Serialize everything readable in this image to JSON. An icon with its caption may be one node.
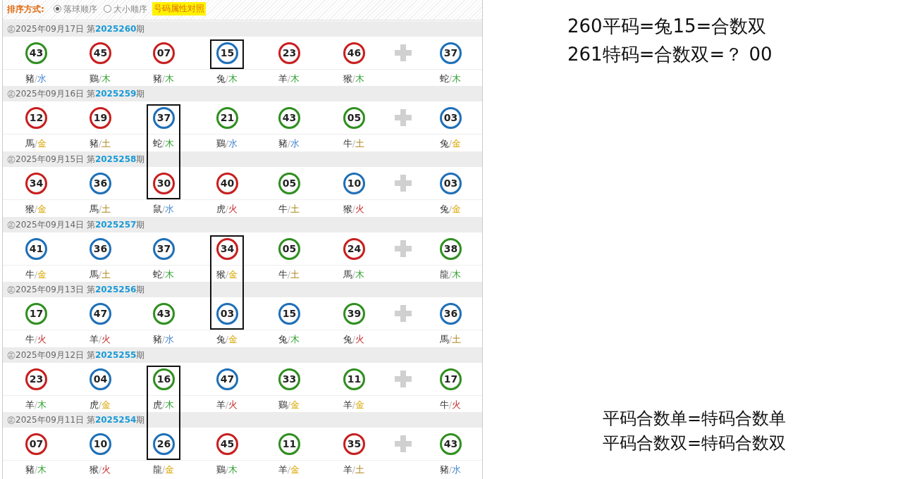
{
  "diagram": {
    "labels": [
      "排序方式:",
      "落球顺序",
      "大小顺序",
      "号码属性对照",
      "㊣2025年09月17日 第**2025260**期",
      "43",
      "45",
      "07",
      "15",
      "23",
      "46",
      "37",
      "豬/水",
      "鷄/木",
      "豬/木",
      "兔/木",
      "羊/木",
      "猴/木",
      "蛇/木",
      "㊣2025年09月16日 第**2025259**期",
      "12",
      "19",
      "37",
      "21",
      "43",
      "05",
      "03",
      "馬/金",
      "豬/土",
      "蛇/木",
      "鷄/水",
      "豬/水",
      "牛/土",
      "兔/金",
      "㊣2025年09月15日 第**2025258**期",
      "34",
      "36",
      "30",
      "40",
      "05",
      "10",
      "03",
      "猴/金",
      "馬/土",
      "鼠/水",
      "虎/火",
      "牛/土",
      "猴/火",
      "兔/金",
      "㊣2025年09月14日 第**2025257**期",
      "41",
      "36",
      "37",
      "34",
      "05",
      "24",
      "38",
      "牛/金",
      "馬/土",
      "蛇/木",
      "猴/金",
      "牛/土",
      "馬/木",
      "龍/木",
      "㊣2025年09月13日 第**2025256**期",
      "17",
      "47",
      "43",
      "03",
      "15",
      "39",
      "36",
      "牛/火",
      "羊/火",
      "豬/水",
      "兔/金",
      "兔/木",
      "兔/火",
      "馬/土",
      "㊣2025年09月12日 第**2025255**期",
      "23",
      "04",
      "16",
      "47",
      "33",
      "11",
      "17",
      "羊/木",
      "虎/金",
      "虎/木",
      "羊/火",
      "鷄/金",
      "羊/金",
      "牛/火",
      "㊣2025年09月11日 第**2025254**期",
      "07",
      "10",
      "26",
      "45",
      "11",
      "35",
      "43",
      "豬/木",
      "猴/火",
      "龍/金",
      "鷄/木",
      "羊/金",
      "羊/土",
      "豬/水",
      "260平码=兔15=合数双",
      "261特码=合数双=？ 00",
      "平码合数单=特码合数单",
      "平码合数双=特码合数双"
    ]
  }
}
